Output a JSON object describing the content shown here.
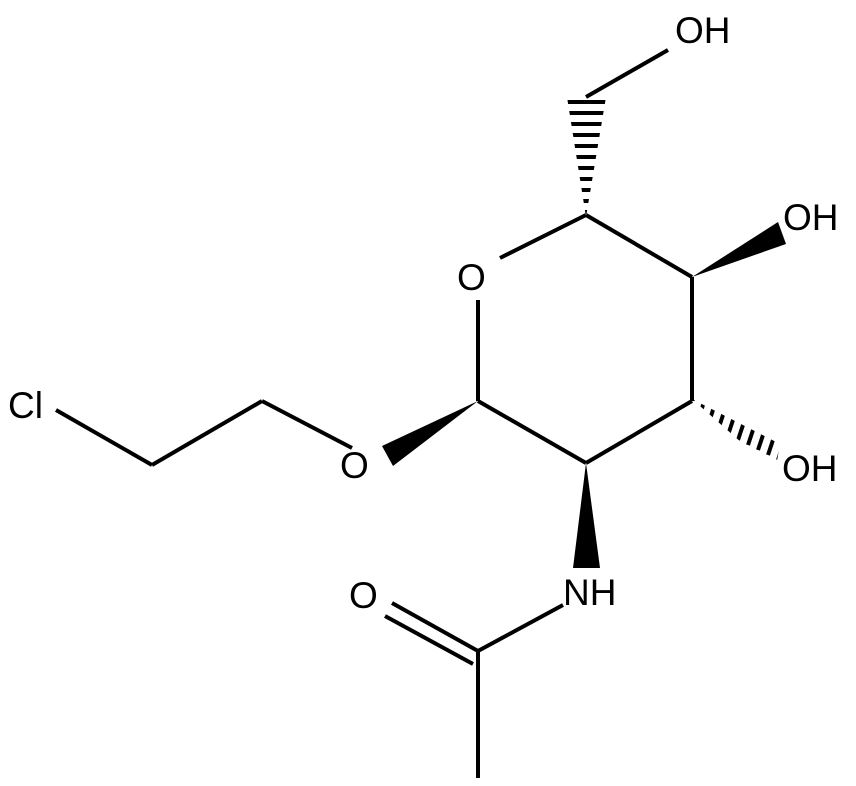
{
  "structure": {
    "atoms": {
      "ring_oxygen": "O",
      "glycosidic_oxygen": "O",
      "chlorine": "Cl",
      "hydroxyl_c6": "OH",
      "hydroxyl_c4": "OH",
      "hydroxyl_c3": "OH",
      "amide_nitrogen": "NH",
      "carbonyl_oxygen": "O"
    }
  }
}
